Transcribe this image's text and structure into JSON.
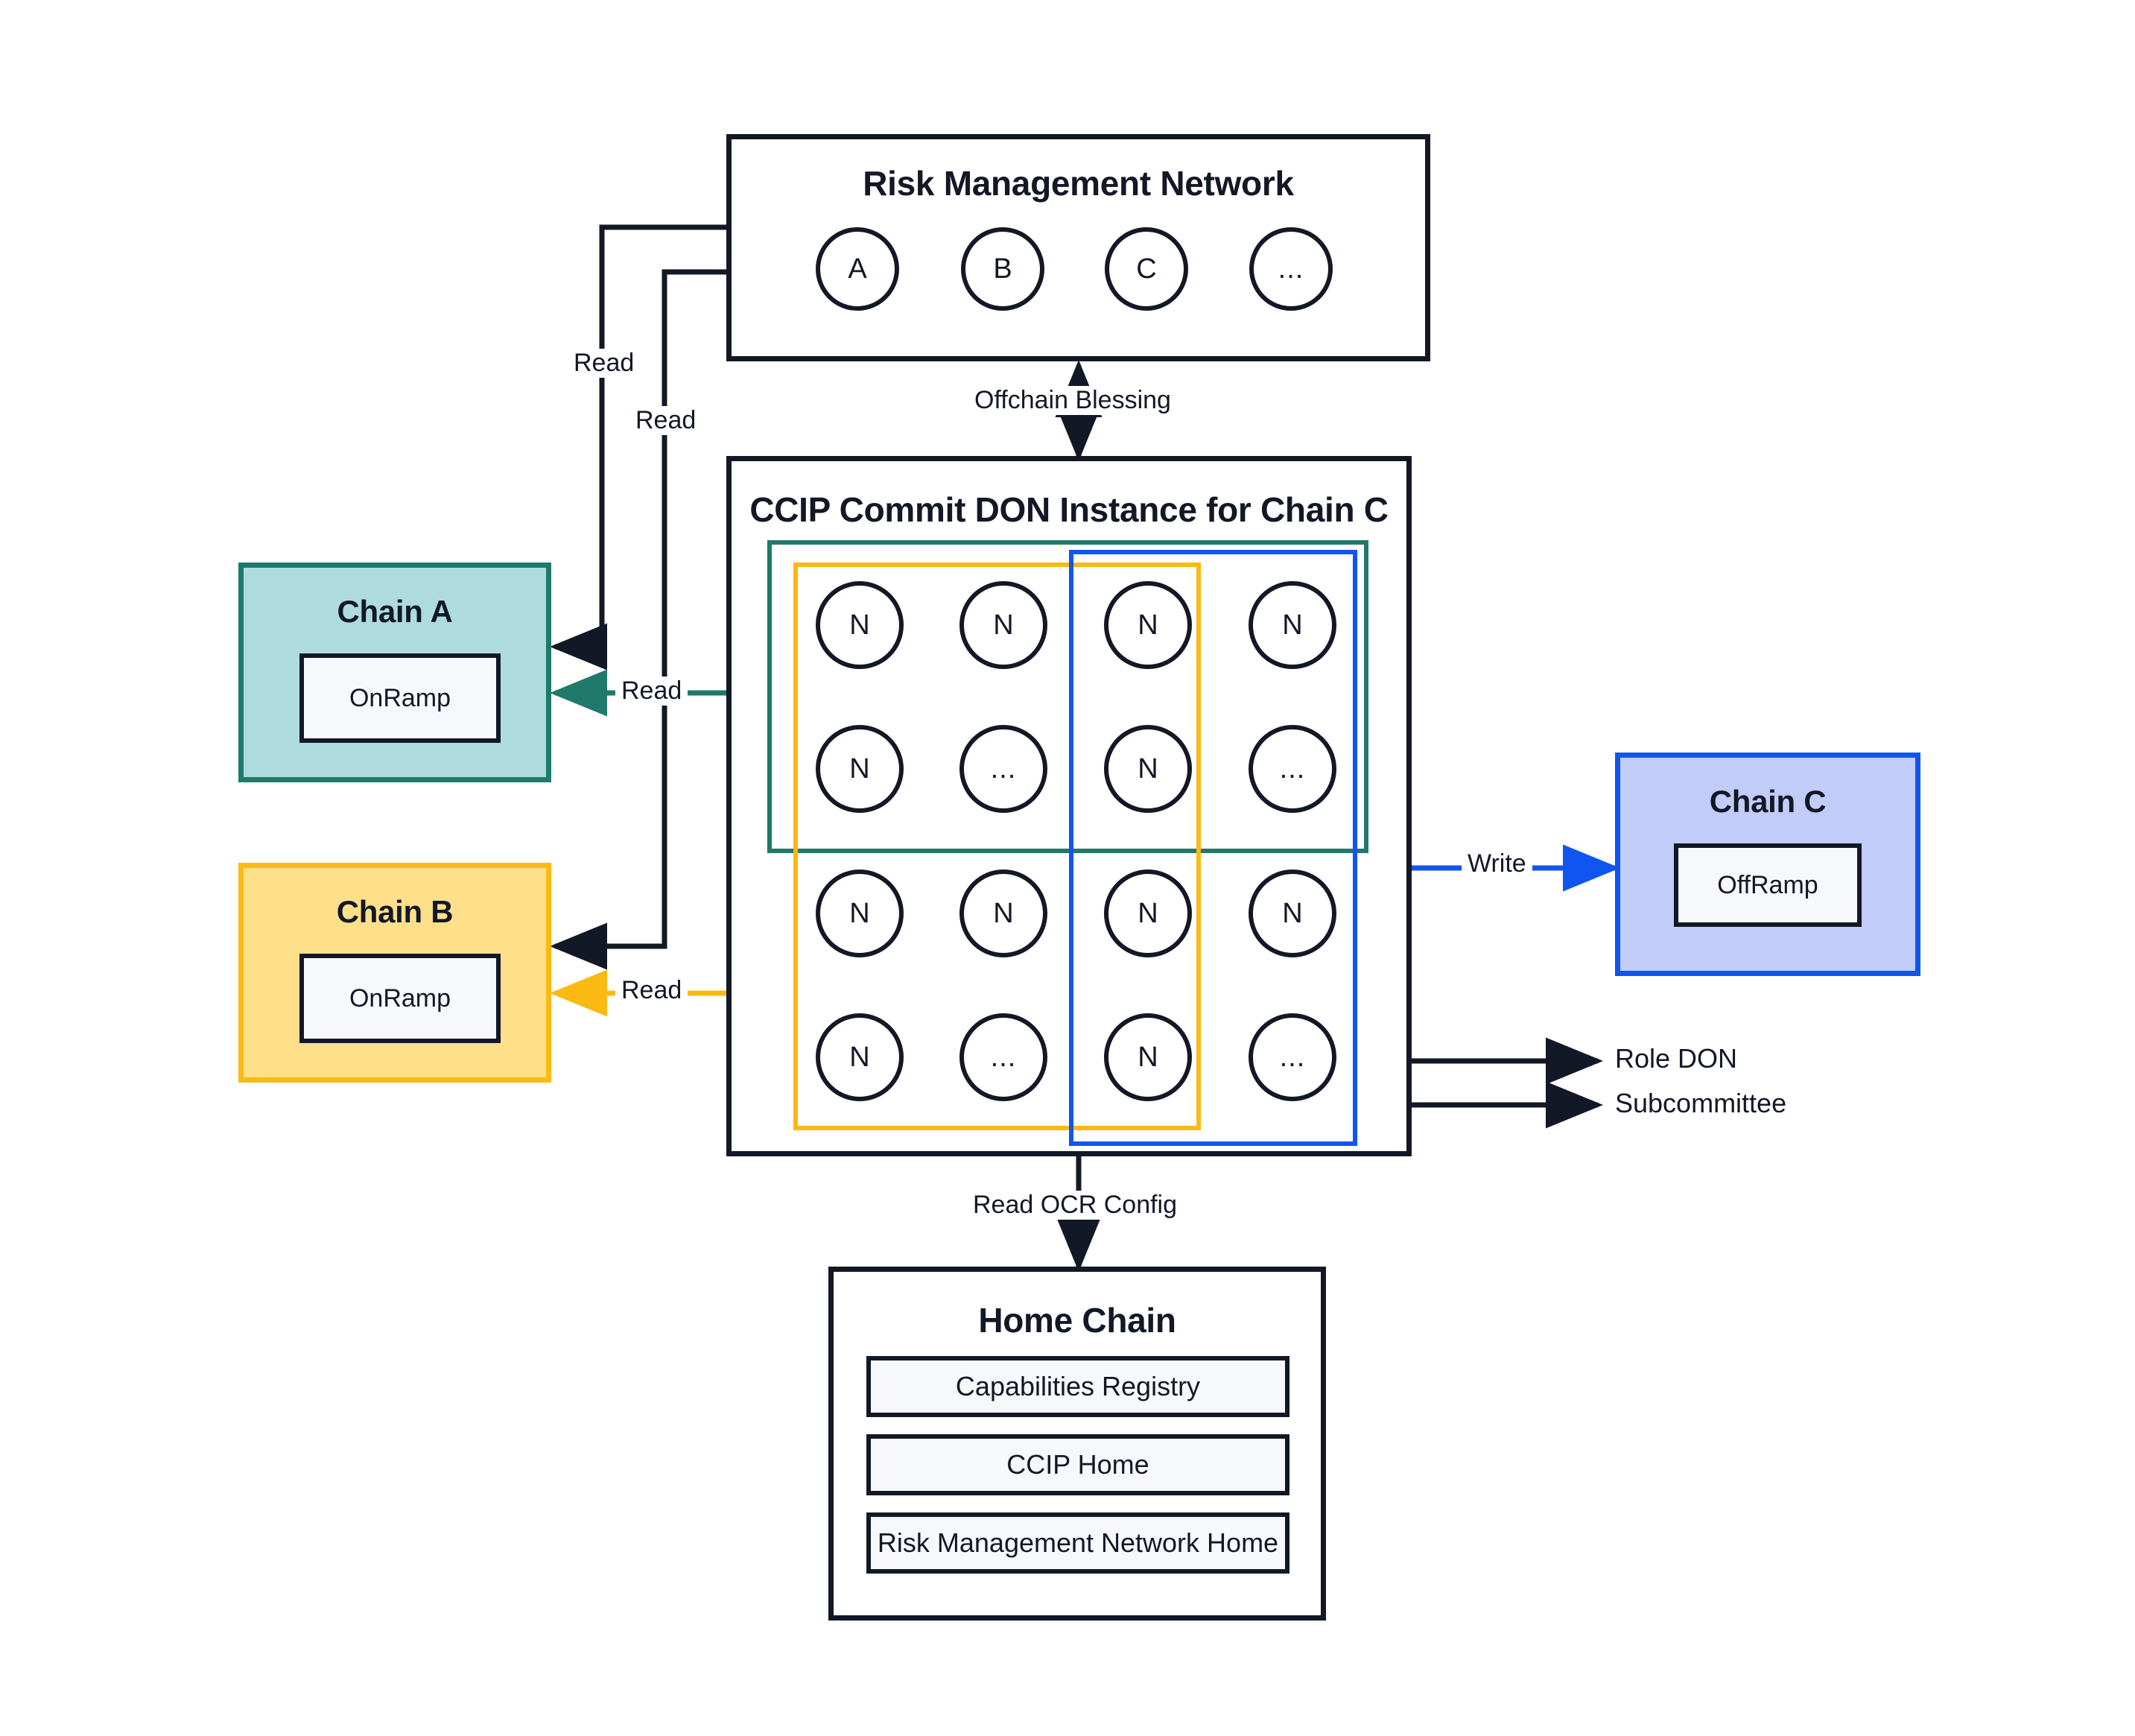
{
  "diagram": {
    "title": "CCIP Commit DON architecture",
    "colors": {
      "black": "#121826",
      "teal": "#1F7A6B",
      "teal_fill": "#AEDCDE",
      "orange": "#FBB913",
      "orange_fill": "#FFE08A",
      "blue": "#1155F0",
      "blue_fill": "#C2CCF8",
      "panel_fill": "#F7F8FC"
    }
  },
  "rmn": {
    "title": "Risk Management Network",
    "nodes": [
      {
        "label": "A"
      },
      {
        "label": "B"
      },
      {
        "label": "C"
      },
      {
        "label": "..."
      }
    ]
  },
  "don": {
    "title": "CCIP Commit DON Instance for Chain C",
    "nodes": [
      [
        "N",
        "N",
        "N",
        "N"
      ],
      [
        "N",
        "...",
        "N",
        "..."
      ],
      [
        "N",
        "N",
        "N",
        "N"
      ],
      [
        "N",
        "...",
        "N",
        "..."
      ]
    ],
    "groups": [
      {
        "name": "teal-group",
        "color": "#1F7A6B"
      },
      {
        "name": "orange-group",
        "color": "#FBB913"
      },
      {
        "name": "blue-group",
        "color": "#1155F0"
      }
    ]
  },
  "chain_a": {
    "title": "Chain A",
    "contract": "OnRamp"
  },
  "chain_b": {
    "title": "Chain B",
    "contract": "OnRamp"
  },
  "chain_c": {
    "title": "Chain C",
    "contract": "OffRamp"
  },
  "home_chain": {
    "title": "Home Chain",
    "rows": [
      "Capabilities Registry",
      "CCIP Home",
      "Risk Management Network Home"
    ]
  },
  "edges": {
    "rmn_read_a": "Read",
    "rmn_read_b": "Read",
    "offchain_blessing": "Offchain Blessing",
    "don_read_a": "Read",
    "don_read_b": "Read",
    "don_write_c": "Write",
    "read_ocr_config": "Read OCR Config"
  },
  "legend": {
    "role_don": "Role DON",
    "subcommittee": "Subcommittee"
  }
}
